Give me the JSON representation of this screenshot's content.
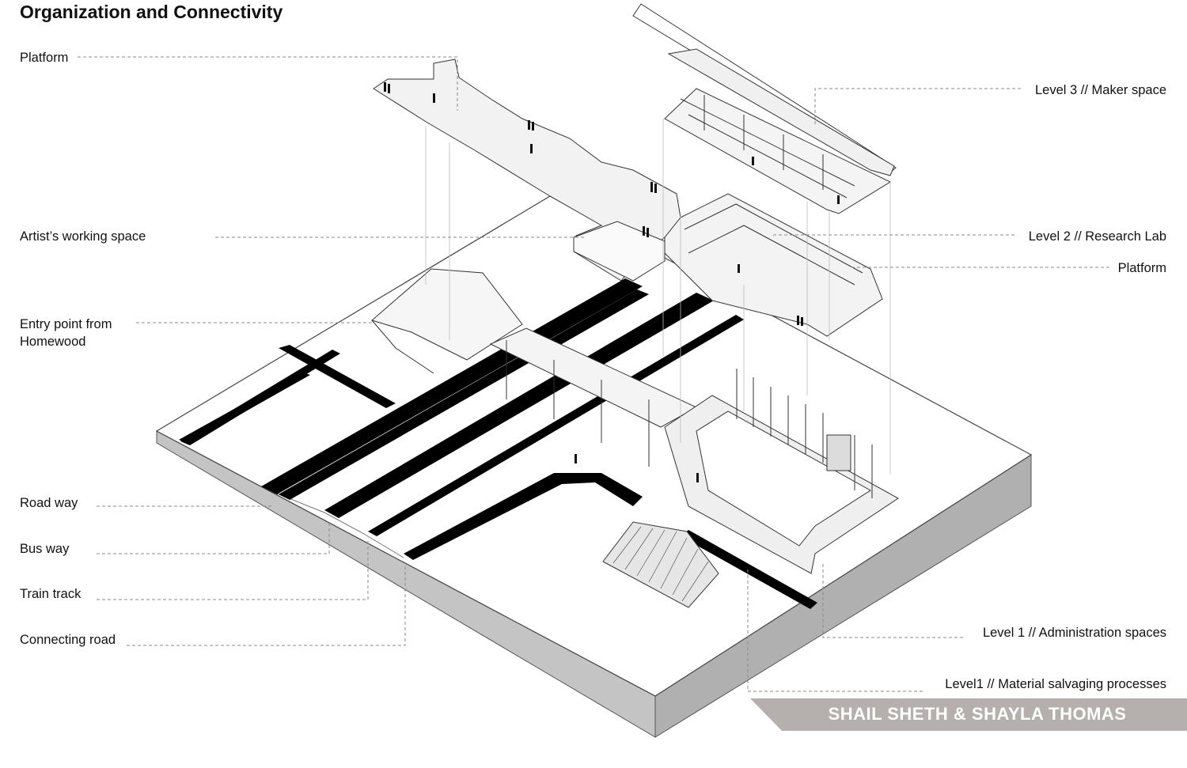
{
  "title": "Organization and Connectivity",
  "labels_left": {
    "platform": "Platform",
    "artists_space": "Artist’s working space",
    "entry_line1": "Entry point from",
    "entry_line2": "Homewood",
    "road_way": "Road way",
    "bus_way": "Bus way",
    "train_track": "Train track",
    "connecting_road": "Connecting road"
  },
  "labels_right": {
    "level3": "Level 3 // Maker space",
    "level2": "Level 2 // Research Lab",
    "platform": "Platform",
    "level1_admin": "Level 1 // Administration spaces",
    "level1_material": "Level1 // Material salvaging processes"
  },
  "credit": "SHAIL SHETH & SHAYLA THOMAS",
  "colors": {
    "slab_top": "#ffffff",
    "slab_side": "#c9c9c9",
    "slab_front": "#b8b8b8",
    "road": "#000000",
    "leader": "#8a8a8a",
    "credit_bar": "#b5b0ad",
    "platform_fill": "#f2f2f2"
  }
}
